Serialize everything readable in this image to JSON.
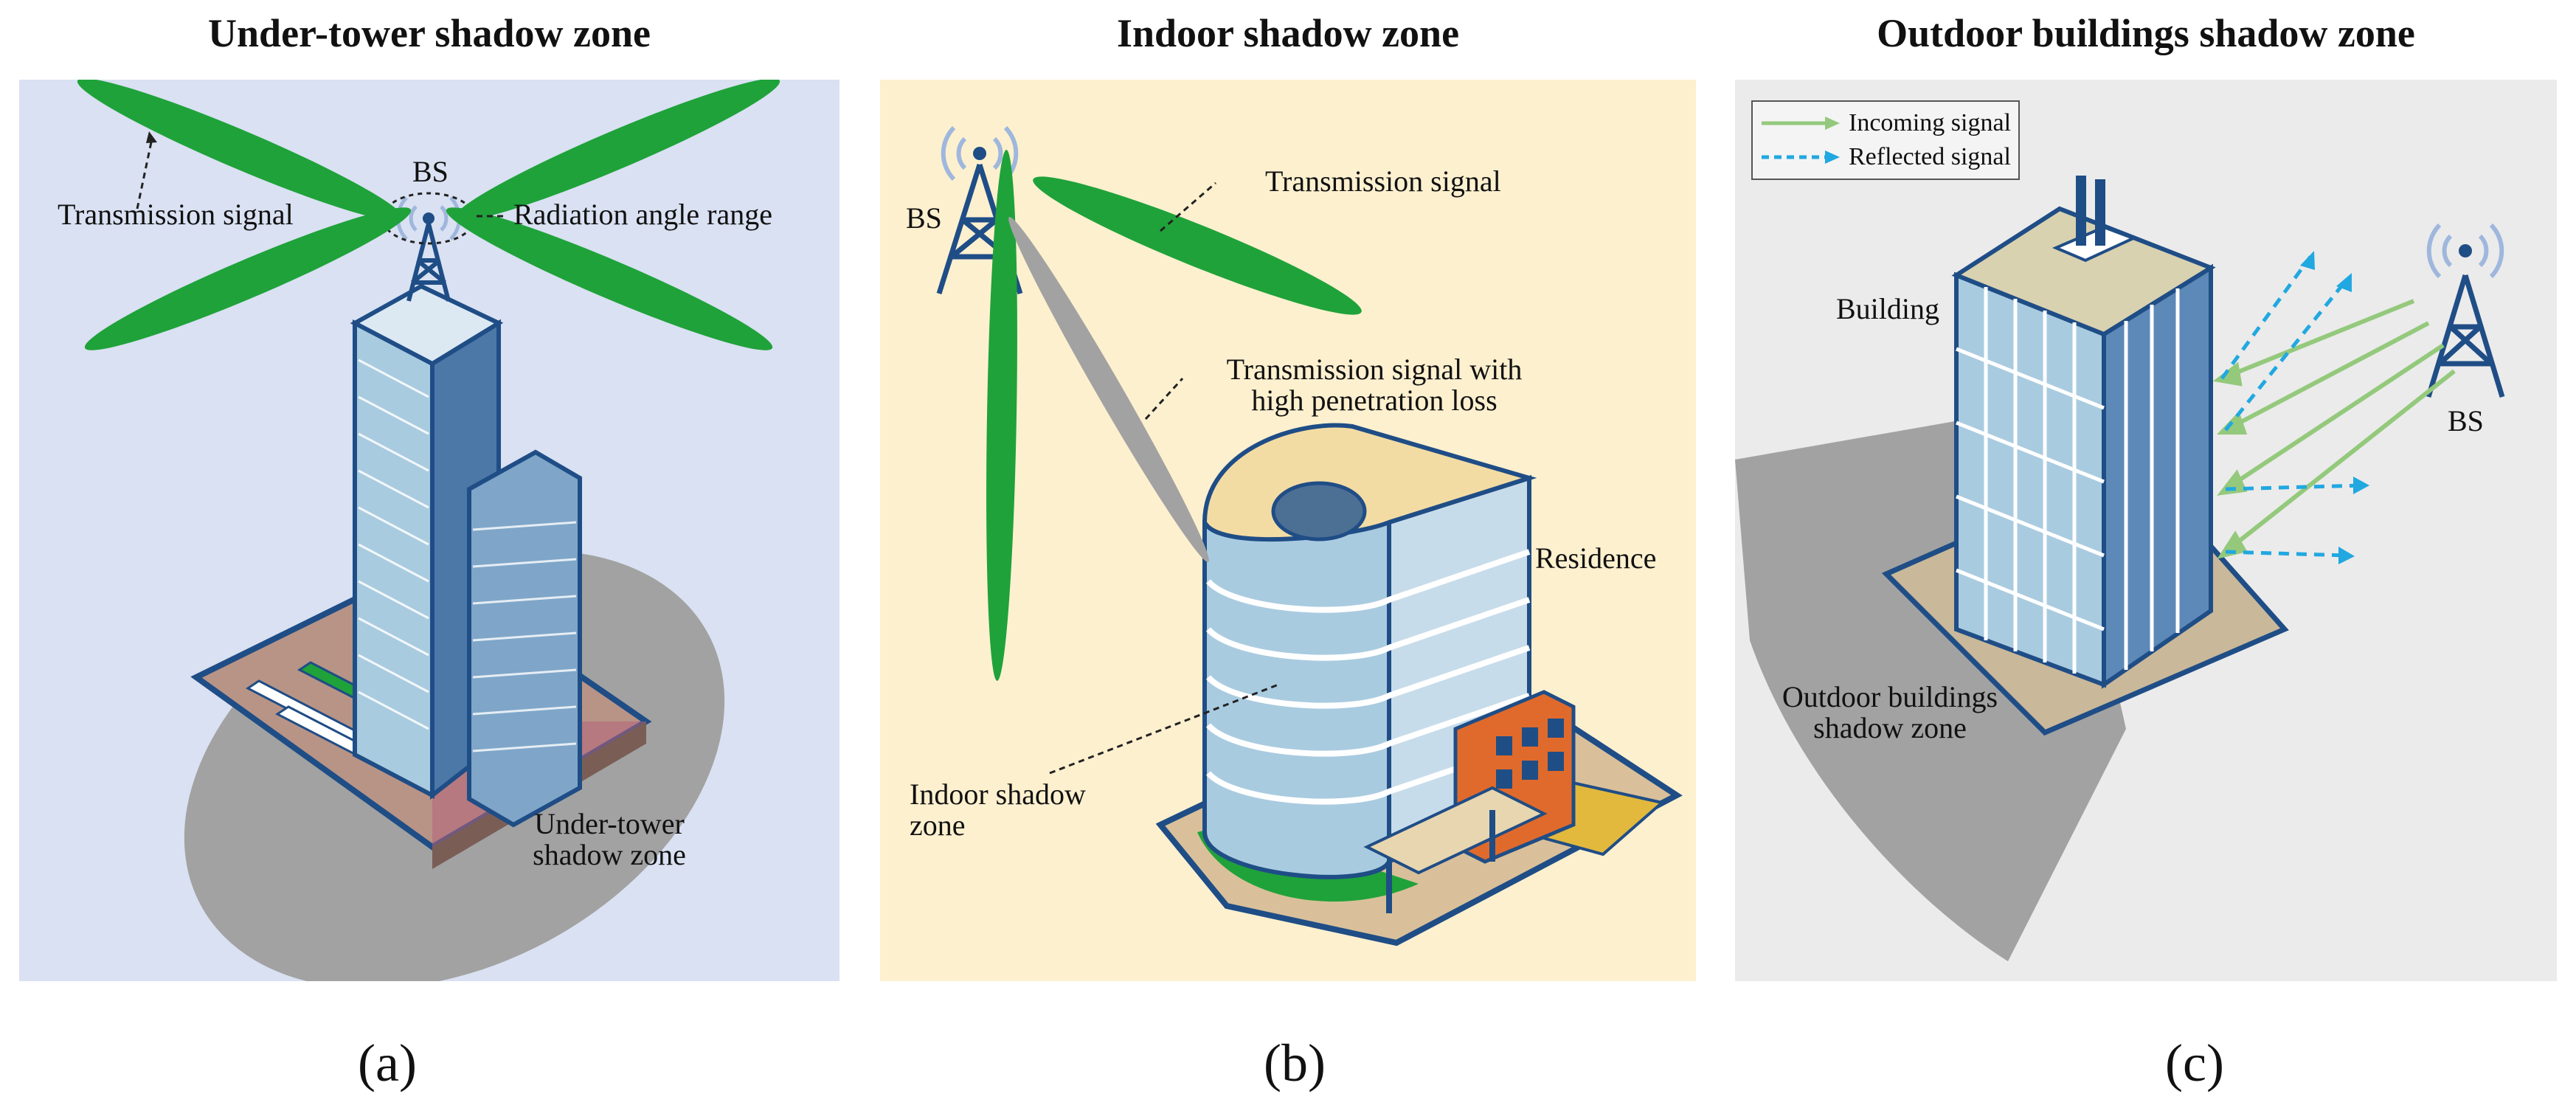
{
  "panels": {
    "a": {
      "title": "Under-tower shadow zone",
      "labels": {
        "bs": "BS",
        "transmission_signal": "Transmission  signal",
        "radiation_angle": "Radiation angle range",
        "zone_line1": "Under-tower",
        "zone_line2": "shadow zone"
      },
      "caption": "(a)",
      "background": "#d9e1f2"
    },
    "b": {
      "title": "Indoor shadow zone",
      "labels": {
        "bs": "BS",
        "transmission_signal": "Transmission  signal",
        "penetration_line1": "Transmission  signal with",
        "penetration_line2": "high penetration loss",
        "residence": "Residence",
        "zone_line1": "Indoor shadow",
        "zone_line2": "zone"
      },
      "caption": "(b)",
      "background": "#fdf0cf"
    },
    "c": {
      "title": "Outdoor buildings shadow zone",
      "legend": {
        "incoming": "Incoming signal",
        "reflected": "Reflected signal"
      },
      "labels": {
        "building": "Building",
        "bs": "BS",
        "zone_line1": "Outdoor buildings",
        "zone_line2": "shadow zone"
      },
      "caption": "(c)",
      "background": "#ebebeb"
    }
  },
  "colors": {
    "beam": "#1fa23a",
    "shadow": "#a2a2a2",
    "tower": "#1f4d86",
    "incoming": "#94c97c",
    "reflected": "#21a8e0"
  }
}
